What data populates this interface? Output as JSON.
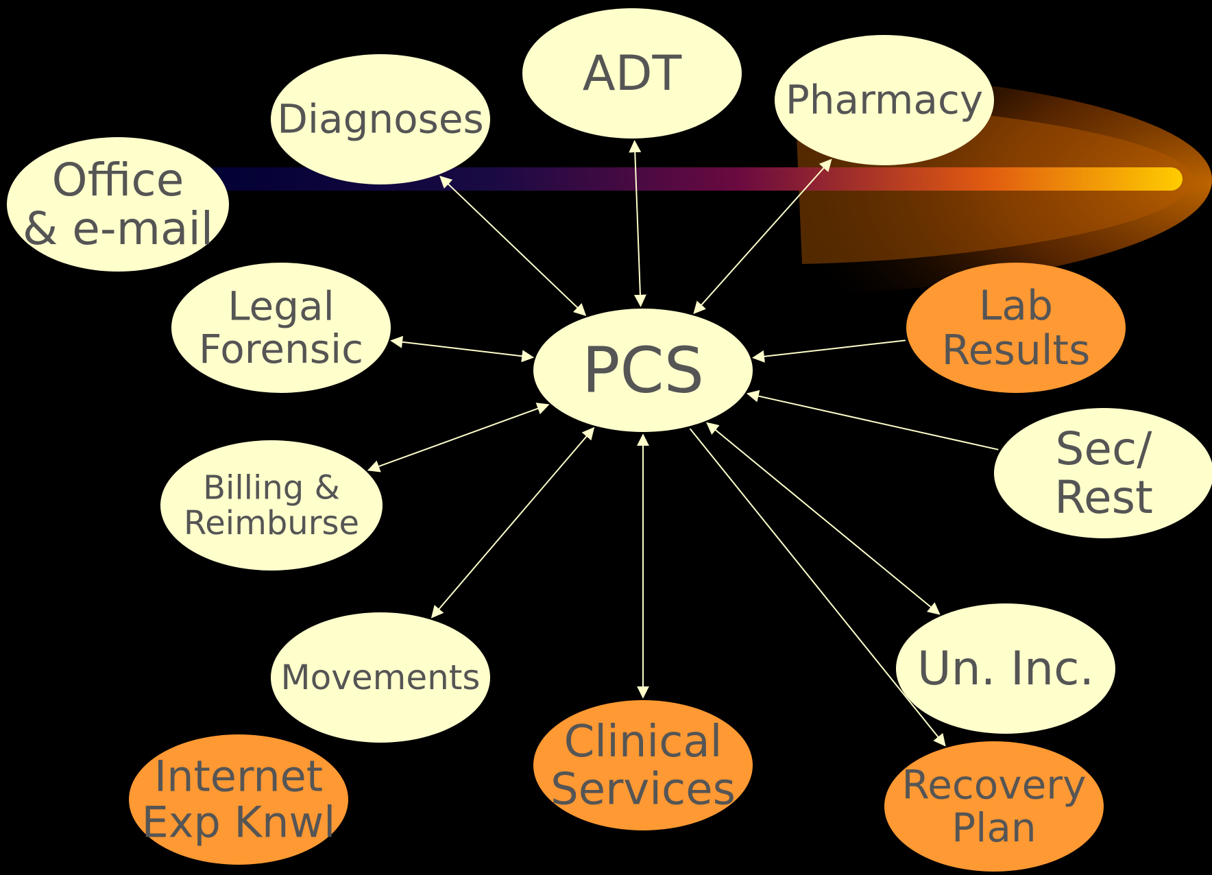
{
  "colors": {
    "background": "#000000",
    "node_light": "#FFFFCC",
    "node_orange": "#FF9933",
    "text": "#555555",
    "edge": "#FFFFCC"
  },
  "nodes": [
    {
      "id": "pcs",
      "lines": [
        "PCS"
      ],
      "style": "light"
    },
    {
      "id": "adt",
      "lines": [
        "ADT"
      ],
      "style": "light"
    },
    {
      "id": "diagnoses",
      "lines": [
        "Diagnoses"
      ],
      "style": "light"
    },
    {
      "id": "pharmacy",
      "lines": [
        "Pharmacy"
      ],
      "style": "light"
    },
    {
      "id": "office",
      "lines": [
        "Office",
        "& e-mail"
      ],
      "style": "light"
    },
    {
      "id": "legal",
      "lines": [
        "Legal",
        "Forensic"
      ],
      "style": "light"
    },
    {
      "id": "lab",
      "lines": [
        "Lab",
        "Results"
      ],
      "style": "orange"
    },
    {
      "id": "sec",
      "lines": [
        "Sec/",
        "Rest"
      ],
      "style": "light"
    },
    {
      "id": "billing",
      "lines": [
        "Billing &",
        "Reimburse"
      ],
      "style": "light"
    },
    {
      "id": "movements",
      "lines": [
        "Movements"
      ],
      "style": "light"
    },
    {
      "id": "unc",
      "lines": [
        "Un. Inc."
      ],
      "style": "light"
    },
    {
      "id": "clinical",
      "lines": [
        "Clinical",
        "Services"
      ],
      "style": "orange"
    },
    {
      "id": "internet",
      "lines": [
        "Internet",
        "Exp Knwl"
      ],
      "style": "orange"
    },
    {
      "id": "recovery",
      "lines": [
        "Recovery",
        "Plan"
      ],
      "style": "orange"
    }
  ],
  "edges": [
    {
      "from": "pcs",
      "to": "adt",
      "direction": "both"
    },
    {
      "from": "pcs",
      "to": "diagnoses",
      "direction": "both"
    },
    {
      "from": "pcs",
      "to": "pharmacy",
      "direction": "both"
    },
    {
      "from": "pcs",
      "to": "legal",
      "direction": "both"
    },
    {
      "from": "lab",
      "to": "pcs",
      "direction": "forward"
    },
    {
      "from": "sec",
      "to": "pcs",
      "direction": "forward"
    },
    {
      "from": "pcs",
      "to": "billing",
      "direction": "both"
    },
    {
      "from": "pcs",
      "to": "movements",
      "direction": "both"
    },
    {
      "from": "pcs",
      "to": "clinical",
      "direction": "both"
    },
    {
      "from": "pcs",
      "to": "unc",
      "direction": "both"
    },
    {
      "from": "pcs",
      "to": "recovery",
      "direction": "forward"
    }
  ]
}
